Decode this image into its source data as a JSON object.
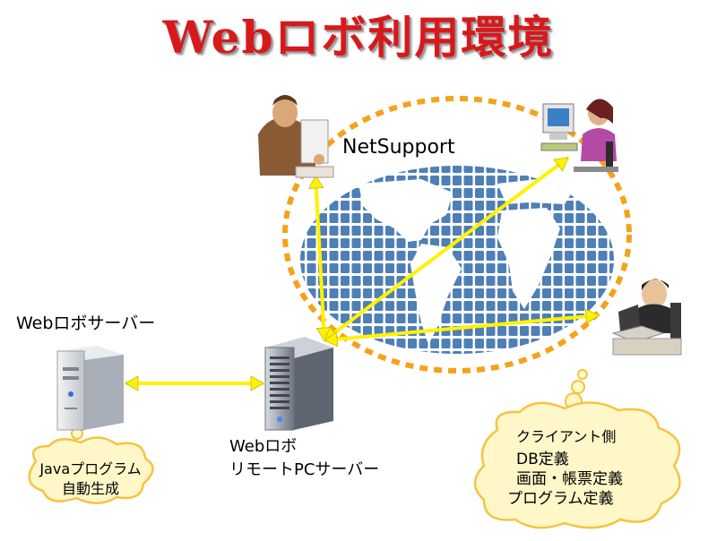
{
  "title": "Webロボ利用環境",
  "labels": {
    "netsupport": "NetSupport",
    "webrobo_server": "Webロボサーバー",
    "remote_server_line1": "Webロボ",
    "remote_server_line2": "リモートPCサーバー"
  },
  "clouds": {
    "java": [
      "Javaプログラム",
      "自動生成"
    ],
    "client": [
      "クライアント側",
      "DB定義",
      "画面・帳票定義",
      "プログラム定義"
    ]
  },
  "colors": {
    "title": "#d7191c",
    "ring": "#f5a21b",
    "arrow": "#fff200",
    "globe_tile": "#4e7fb6",
    "cloud_fill": "#fff7c8",
    "cloud_stroke": "#f5c342"
  },
  "icons": [
    "businessman-icon",
    "woman-at-computer-icon",
    "man-at-laptop-icon",
    "server-tower-icon",
    "remote-pc-server-icon",
    "globe-icon"
  ]
}
